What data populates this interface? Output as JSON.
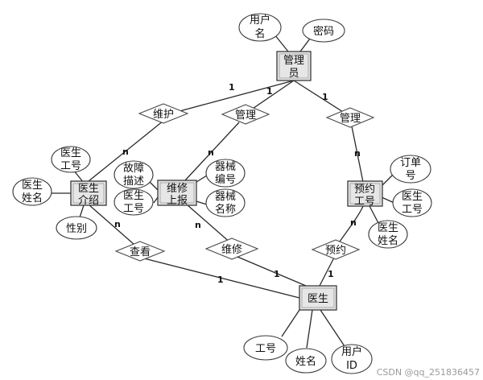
{
  "entities": {
    "admin": [
      "管理",
      "员"
    ],
    "doctor_intro": [
      "医生",
      "介绍"
    ],
    "repair_report": [
      "维修",
      "上报"
    ],
    "appointment": [
      "预约",
      "工号"
    ],
    "doctor": [
      "医生"
    ]
  },
  "attributes": {
    "username": [
      "用户",
      "名"
    ],
    "password": [
      "密码"
    ],
    "doctor_id": [
      "医生",
      "工号"
    ],
    "doctor_name": [
      "医生",
      "姓名"
    ],
    "gender": [
      "性别"
    ],
    "fault_desc": [
      "故障",
      "描述"
    ],
    "report_doctor_id": [
      "医生",
      "工号"
    ],
    "device_id": [
      "器械",
      "编号"
    ],
    "device_name": [
      "器械",
      "名称"
    ],
    "order_no": [
      "订单",
      "号"
    ],
    "appt_doctor_id": [
      "医生",
      "工号"
    ],
    "appt_doctor_name": [
      "医生",
      "姓名"
    ],
    "employee_id": [
      "工号"
    ],
    "name": [
      "姓名"
    ],
    "user_id": [
      "用户",
      "ID"
    ]
  },
  "relationships": {
    "maintain_admin": "维护",
    "manage_repair": "管理",
    "manage_appt": "管理",
    "view": "查看",
    "repair": "维修",
    "book": "预约"
  },
  "cardinalities": {
    "admin_maintain": "1",
    "admin_manage_repair": "1",
    "admin_manage_appt": "1",
    "maintain_intro": "n",
    "manage_repair_report": "n",
    "manage_appt_appt": "n",
    "intro_view": "n",
    "view_doctor": "1",
    "report_repair": "n",
    "repair_doctor": "1",
    "appt_book": "n",
    "book_doctor": "1"
  },
  "watermark": "CSDN @qq_251836457"
}
